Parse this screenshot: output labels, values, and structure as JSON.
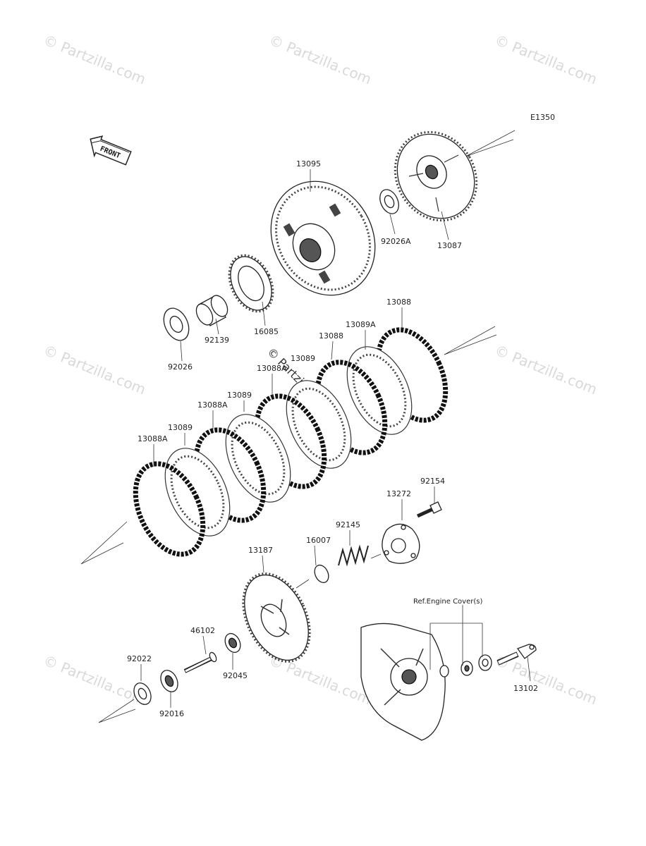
{
  "diagram": {
    "code": "E1350",
    "front_label": "FRONT",
    "ref_note": "Ref.Engine Cover(s)",
    "watermark": "© Partzilla.com",
    "parts": [
      {
        "id": "13095"
      },
      {
        "id": "92026A"
      },
      {
        "id": "13087"
      },
      {
        "id": "16085"
      },
      {
        "id": "92139"
      },
      {
        "id": "92026"
      },
      {
        "id": "13088"
      },
      {
        "id": "13089A"
      },
      {
        "id": "13088"
      },
      {
        "id": "13089"
      },
      {
        "id": "13088A"
      },
      {
        "id": "13089"
      },
      {
        "id": "13088A"
      },
      {
        "id": "13089"
      },
      {
        "id": "13088A"
      },
      {
        "id": "92154"
      },
      {
        "id": "13272"
      },
      {
        "id": "92145"
      },
      {
        "id": "16007"
      },
      {
        "id": "13187"
      },
      {
        "id": "46102"
      },
      {
        "id": "92045"
      },
      {
        "id": "92022"
      },
      {
        "id": "92016"
      },
      {
        "id": "13102"
      }
    ]
  }
}
